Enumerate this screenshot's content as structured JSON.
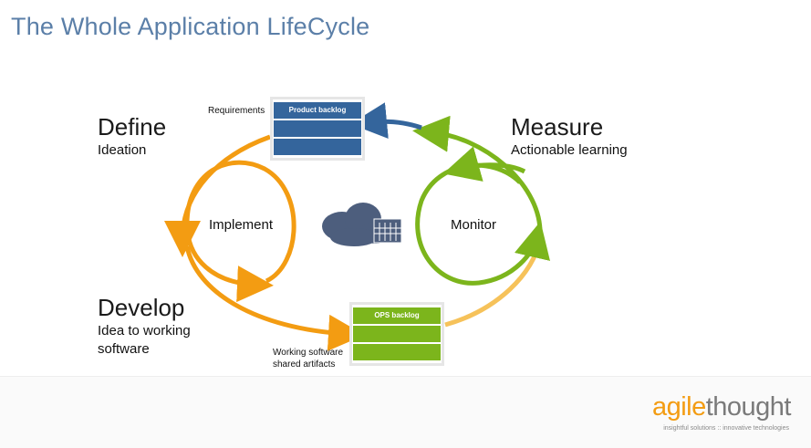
{
  "title": "The Whole Application LifeCycle",
  "phases": {
    "define": {
      "title": "Define",
      "subtitle": "Ideation"
    },
    "develop": {
      "title": "Develop",
      "subtitle_line1": "Idea to working",
      "subtitle_line2": "software"
    },
    "measure": {
      "title": "Measure",
      "subtitle": "Actionable learning"
    }
  },
  "loops": {
    "implement": "Implement",
    "monitor": "Monitor"
  },
  "product_backlog": {
    "side_label": "Requirements",
    "header": "Product backlog"
  },
  "ops_backlog": {
    "header": "OPS backlog",
    "side_label_line1": "Working software",
    "side_label_line2": "shared artifacts"
  },
  "logo": {
    "part1": "agile",
    "part2": "thought",
    "tagline": "insightful solutions :: innovative technologies"
  },
  "colors": {
    "title": "#5b7fa8",
    "orange": "#f39c12",
    "green": "#7cb51c",
    "blue": "#34659c",
    "light_orange": "#f6c25a",
    "cloud": "#4d5e7d"
  }
}
